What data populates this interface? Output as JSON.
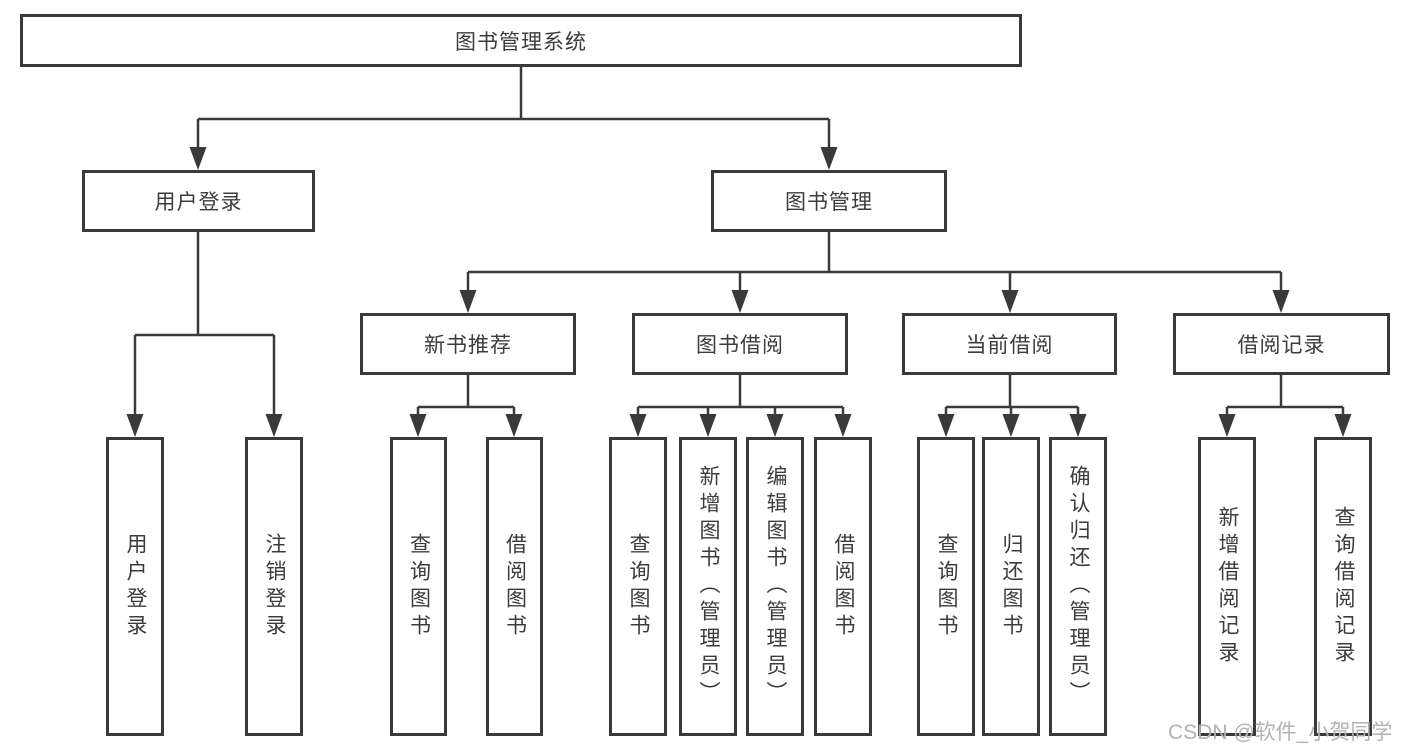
{
  "diagram": {
    "root": {
      "label": "图书管理系统"
    },
    "level2": [
      {
        "id": "user-login",
        "label": "用户登录"
      },
      {
        "id": "book-management",
        "label": "图书管理"
      }
    ],
    "level3": [
      {
        "id": "new-book-recommend",
        "label": "新书推荐"
      },
      {
        "id": "book-borrowing",
        "label": "图书借阅"
      },
      {
        "id": "current-borrowing",
        "label": "当前借阅"
      },
      {
        "id": "borrowing-records",
        "label": "借阅记录"
      }
    ],
    "leaves": [
      {
        "id": "user-login-leaf",
        "label": "用户登录"
      },
      {
        "id": "logout",
        "label": "注销登录"
      },
      {
        "id": "query-books-recommend",
        "label": "查询图书"
      },
      {
        "id": "borrow-books-recommend",
        "label": "借阅图书"
      },
      {
        "id": "query-books-borrowing",
        "label": "查询图书"
      },
      {
        "id": "add-books-admin",
        "label": "新增图书（管理员）"
      },
      {
        "id": "edit-books-admin",
        "label": "编辑图书（管理员）"
      },
      {
        "id": "borrow-books-borrowing",
        "label": "借阅图书"
      },
      {
        "id": "query-books-current",
        "label": "查询图书"
      },
      {
        "id": "return-books",
        "label": "归还图书"
      },
      {
        "id": "confirm-return-admin",
        "label": "确认归还（管理员）"
      },
      {
        "id": "add-borrow-record",
        "label": "新增借阅记录"
      },
      {
        "id": "query-borrow-record",
        "label": "查询借阅记录"
      }
    ]
  },
  "watermark": {
    "text": "CSDN @软件_小贺同学"
  },
  "colors": {
    "line": "#3a3a3a",
    "text": "#3c3c3c",
    "watermark": "#b2b2b7",
    "bg": "#ffffff"
  }
}
